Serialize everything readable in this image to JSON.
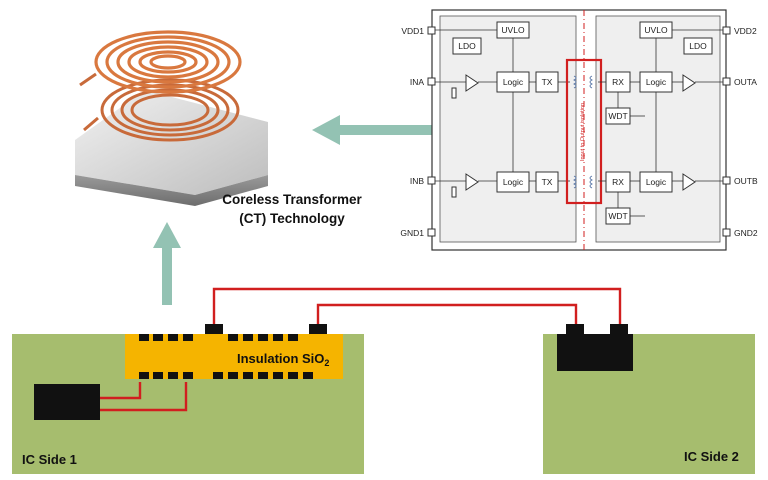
{
  "colors": {
    "green_board": "#a6bd6e",
    "insulation": "#f5b400",
    "arrow": "#93c2b3",
    "wire": "#d11f1f",
    "isolation_box": "#d11f1f",
    "copper": "#c86a3a"
  },
  "coil_image": {
    "caption_line1": "Coreless Transformer",
    "caption_line2": "(CT) Technology"
  },
  "schematic": {
    "pins_left": [
      "VDD1",
      "INA",
      "INB",
      "GND1"
    ],
    "pins_right": [
      "VDD2",
      "OUTA",
      "OUTB",
      "GND2"
    ],
    "blocks": {
      "ldo": "LDO",
      "uvlo": "UVLO",
      "logic": "Logic",
      "tx": "TX",
      "rx": "RX",
      "wdt": "WDT"
    },
    "isolation_label": "Input to Output isolation"
  },
  "cross_section": {
    "insulation_label": "Insulation SiO",
    "insulation_subscript": "2",
    "side1_label": "IC Side 1",
    "side2_label": "IC Side 2"
  }
}
